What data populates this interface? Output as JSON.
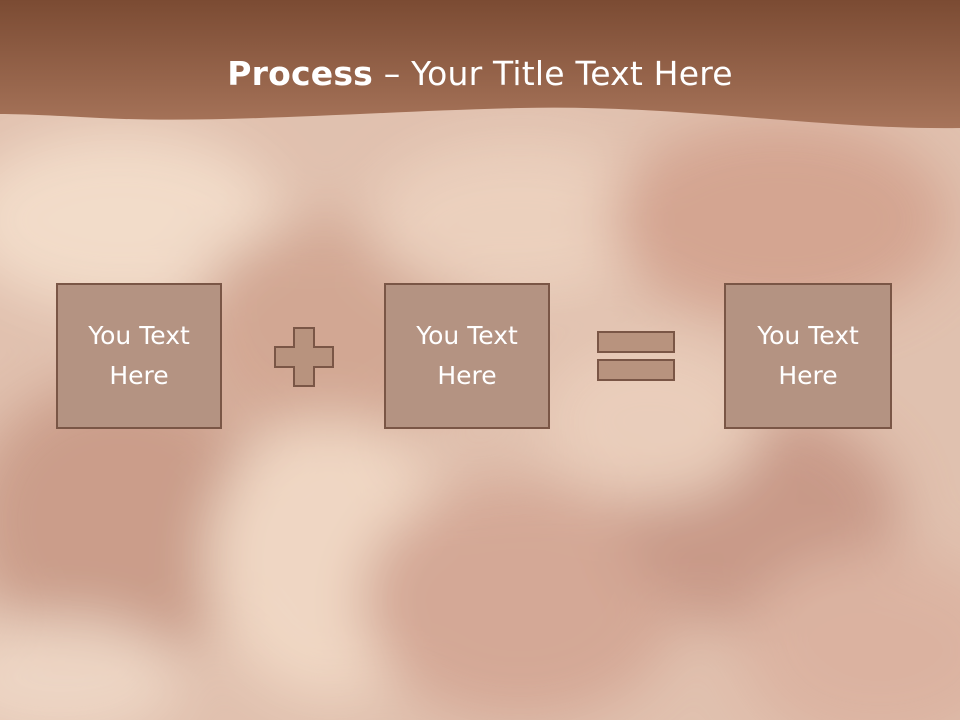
{
  "slide": {
    "title_bold": "Process",
    "title_rest": " – Your Title Text Here",
    "boxes": [
      {
        "line1": "You Text",
        "line2": "Here"
      },
      {
        "line1": "You Text",
        "line2": "Here"
      },
      {
        "line1": "You Text",
        "line2": "Here"
      }
    ],
    "operators": [
      "plus-icon",
      "equals-icon"
    ]
  },
  "colors": {
    "banner": "#8a5a40",
    "box_fill": "#b49382",
    "box_border": "#7a5646",
    "operator_fill": "#b8937e",
    "text": "#ffffff"
  }
}
